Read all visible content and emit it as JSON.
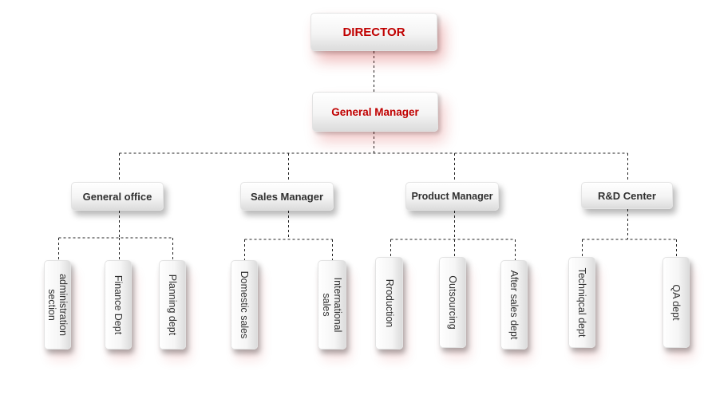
{
  "director": "DIRECTOR",
  "general_manager": "General Manager",
  "managers": [
    {
      "label": "General office",
      "departments": [
        [
          "administration",
          "section"
        ],
        [
          "Finance Dept"
        ],
        [
          "Planning dept"
        ]
      ]
    },
    {
      "label": "Sales Manager",
      "departments": [
        [
          "Domestic sales"
        ],
        [
          "International",
          "sales"
        ]
      ]
    },
    {
      "label": "Product Manager",
      "departments": [
        [
          "Rroduction"
        ],
        [
          "Outsourcing"
        ],
        [
          "After sales dept"
        ]
      ]
    },
    {
      "label": "R&D Center",
      "departments": [
        [
          "Techniqcal dept"
        ],
        [
          "QA dept"
        ]
      ]
    }
  ],
  "colors": {
    "accent": "#c00000",
    "text": "#303030",
    "connector": "#222222"
  }
}
